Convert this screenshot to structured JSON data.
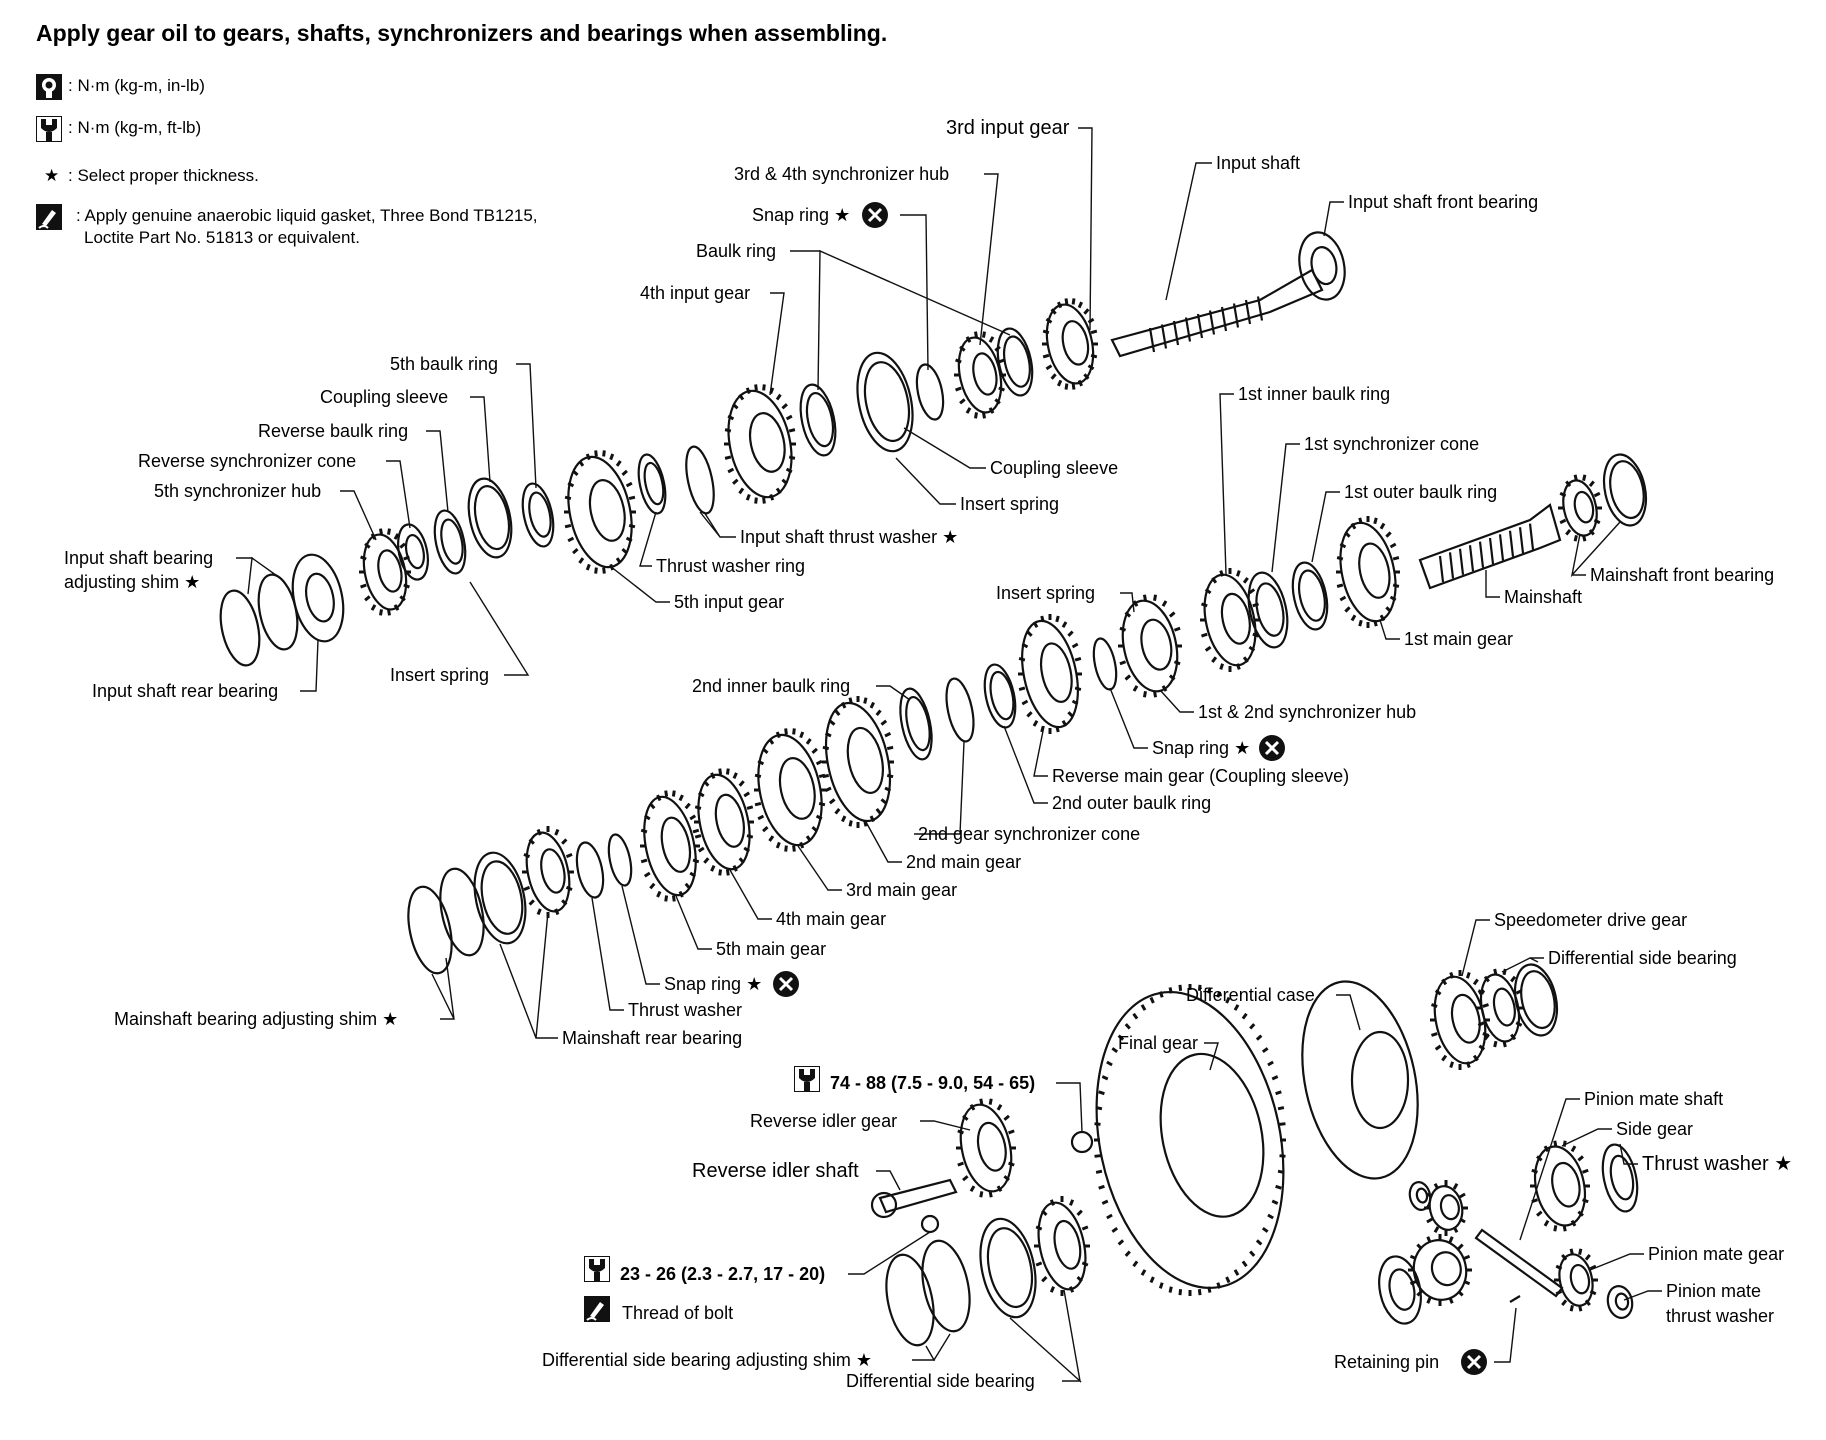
{
  "header": {
    "title": "Apply gear oil to gears, shafts, synchronizers and bearings when assembling."
  },
  "legend": {
    "torque_in_lb": ": N·m (kg-m, in-lb)",
    "torque_ft_lb": ": N·m (kg-m, ft-lb)",
    "select_thickness": ": Select proper thickness.",
    "sealant_line1": ": Apply genuine anaerobic liquid gasket, Three Bond TB1215,",
    "sealant_line2": "Loctite  Part No. 51813 or equivalent."
  },
  "labels": {
    "third_input_gear": "3rd input gear",
    "input_shaft": "Input shaft",
    "third_fourth_sync_hub": "3rd & 4th synchronizer hub",
    "input_shaft_front_bearing": "Input shaft front bearing",
    "snap_ring_top": "Snap ring",
    "baulk_ring": "Baulk ring",
    "fourth_input_gear": "4th input gear",
    "fifth_baulk_ring": "5th baulk ring",
    "coupling_sleeve_left": "Coupling sleeve",
    "reverse_baulk_ring": "Reverse baulk ring",
    "reverse_sync_cone": "Reverse synchronizer cone",
    "fifth_sync_hub": "5th synchronizer hub",
    "input_shaft_bearing_shim_1": "Input shaft bearing",
    "input_shaft_bearing_shim_2": "adjusting shim",
    "input_shaft_rear_bearing": "Input shaft rear bearing",
    "insert_spring_left": "Insert spring",
    "coupling_sleeve_right": "Coupling sleeve",
    "insert_spring_top": "Insert spring",
    "input_shaft_thrust_washer": "Input shaft thrust washer",
    "thrust_washer_ring": "Thrust washer ring",
    "fifth_input_gear": "5th input gear",
    "first_inner_baulk_ring": "1st inner baulk ring",
    "first_sync_cone": "1st synchronizer cone",
    "first_outer_baulk_ring": "1st outer baulk ring",
    "mainshaft_front_bearing": "Mainshaft front bearing",
    "mainshaft": "Mainshaft",
    "first_main_gear": "1st main gear",
    "insert_spring_mid": "Insert spring",
    "first_second_sync_hub": "1st & 2nd synchronizer hub",
    "snap_ring_mid": "Snap ring",
    "reverse_main_gear": "Reverse main gear (Coupling sleeve)",
    "second_outer_baulk_ring": "2nd outer baulk ring",
    "second_inner_baulk_ring": "2nd inner baulk ring",
    "second_gear_sync_cone": "2nd gear synchronizer cone",
    "second_main_gear": "2nd main gear",
    "third_main_gear": "3rd main gear",
    "fourth_main_gear": "4th main gear",
    "fifth_main_gear": "5th main gear",
    "snap_ring_low": "Snap ring",
    "thrust_washer": "Thrust washer",
    "mainshaft_rear_bearing": "Mainshaft rear bearing",
    "mainshaft_bearing_shim": "Mainshaft bearing adjusting shim",
    "speedometer_drive_gear": "Speedometer drive gear",
    "differential_side_bearing_right": "Differential side bearing",
    "differential_case": "Differential case",
    "final_gear": "Final gear",
    "torque_final_gear": "74 - 88 (7.5 - 9.0, 54 - 65)",
    "reverse_idler_gear": "Reverse idler gear",
    "reverse_idler_shaft": "Reverse idler shaft",
    "torque_idler_bolt": "23 - 26 (2.3 - 2.7, 17 - 20)",
    "thread_of_bolt": "Thread of bolt",
    "diff_side_bearing_shim": "Differential side bearing adjusting shim",
    "differential_side_bearing_bottom": "Differential side bearing",
    "pinion_mate_shaft": "Pinion mate shaft",
    "side_gear": "Side gear",
    "thrust_washer_diff": "Thrust washer",
    "pinion_mate_gear": "Pinion mate gear",
    "pinion_mate_thrust_washer_1": "Pinion mate",
    "pinion_mate_thrust_washer_2": "thrust washer",
    "retaining_pin": "Retaining pin"
  },
  "symbols": {
    "star": "★",
    "ink": "#111111",
    "background": "#ffffff"
  }
}
